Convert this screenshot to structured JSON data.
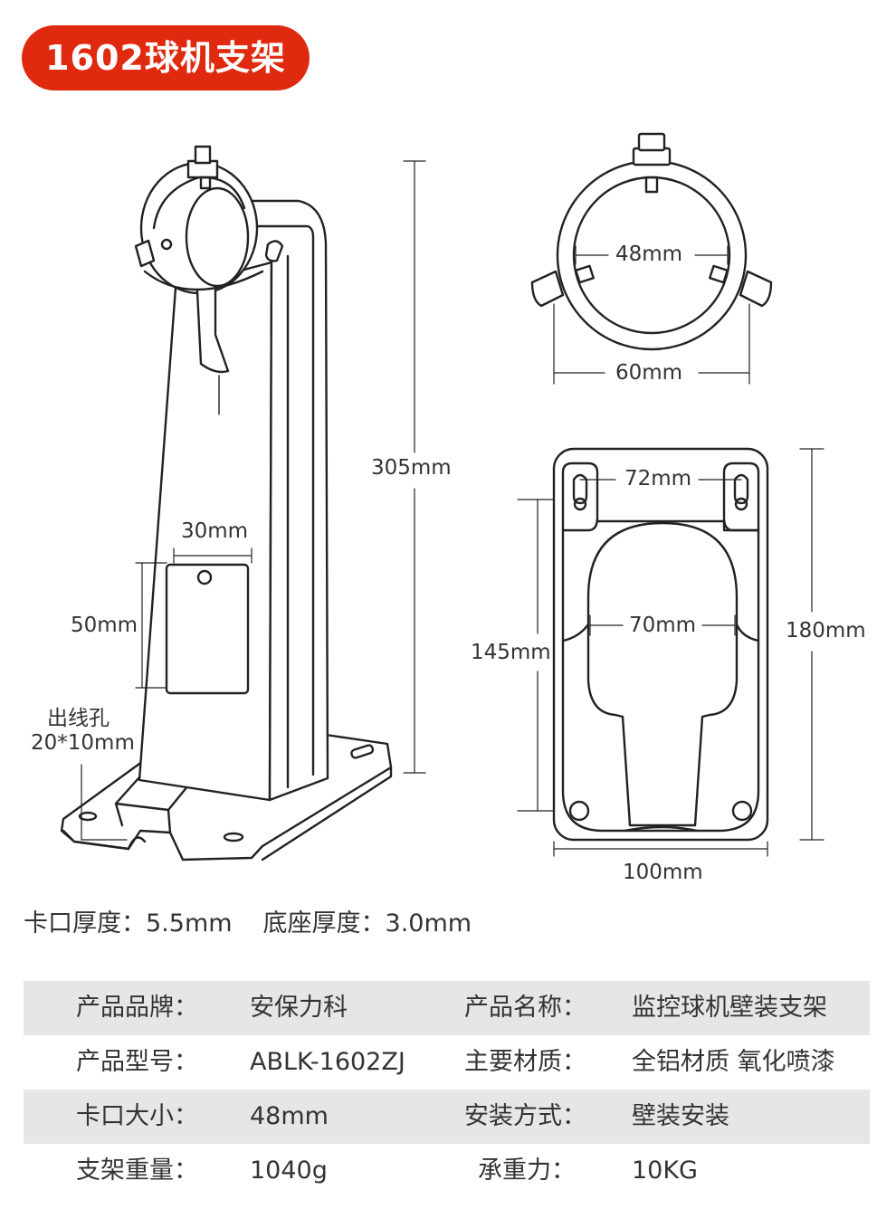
{
  "title": "1602球机支架",
  "labels": {
    "height_305": "305mm",
    "plate_width_30": "30mm",
    "plate_height_50": "50mm",
    "cable_hole_title": "出线孔",
    "cable_hole_size": "20*10mm",
    "ring_inner_48": "48mm",
    "ring_outer_60": "60mm",
    "base_hole_spacing_72": "72mm",
    "base_cutout_70": "70mm",
    "base_height_145": "145mm",
    "base_height_180": "180mm",
    "base_width_100": "100mm"
  },
  "thickness": {
    "clip_label": "卡口厚度：",
    "clip_value": "5.5mm",
    "base_label": "底座厚度：",
    "base_value": "3.0mm"
  },
  "specs": [
    {
      "k1": "产品品牌：",
      "v1": "安保力科",
      "k2": "产品名称：",
      "v2": "监控球机壁装支架"
    },
    {
      "k1": "产品型号：",
      "v1": "ABLK-1602ZJ",
      "k2": "主要材质：",
      "v2": "全铝材质 氧化喷漆"
    },
    {
      "k1": "卡口大小：",
      "v1": "48mm",
      "k2": "安装方式：",
      "v2": "壁装安装"
    },
    {
      "k1": "支架重量：",
      "v1": "1040g",
      "k2": "承重力：",
      "v2": "10KG"
    }
  ],
  "colors": {
    "title_bg": "#e02a10",
    "row_shade": "#e6e6e6",
    "line": "#222222"
  }
}
